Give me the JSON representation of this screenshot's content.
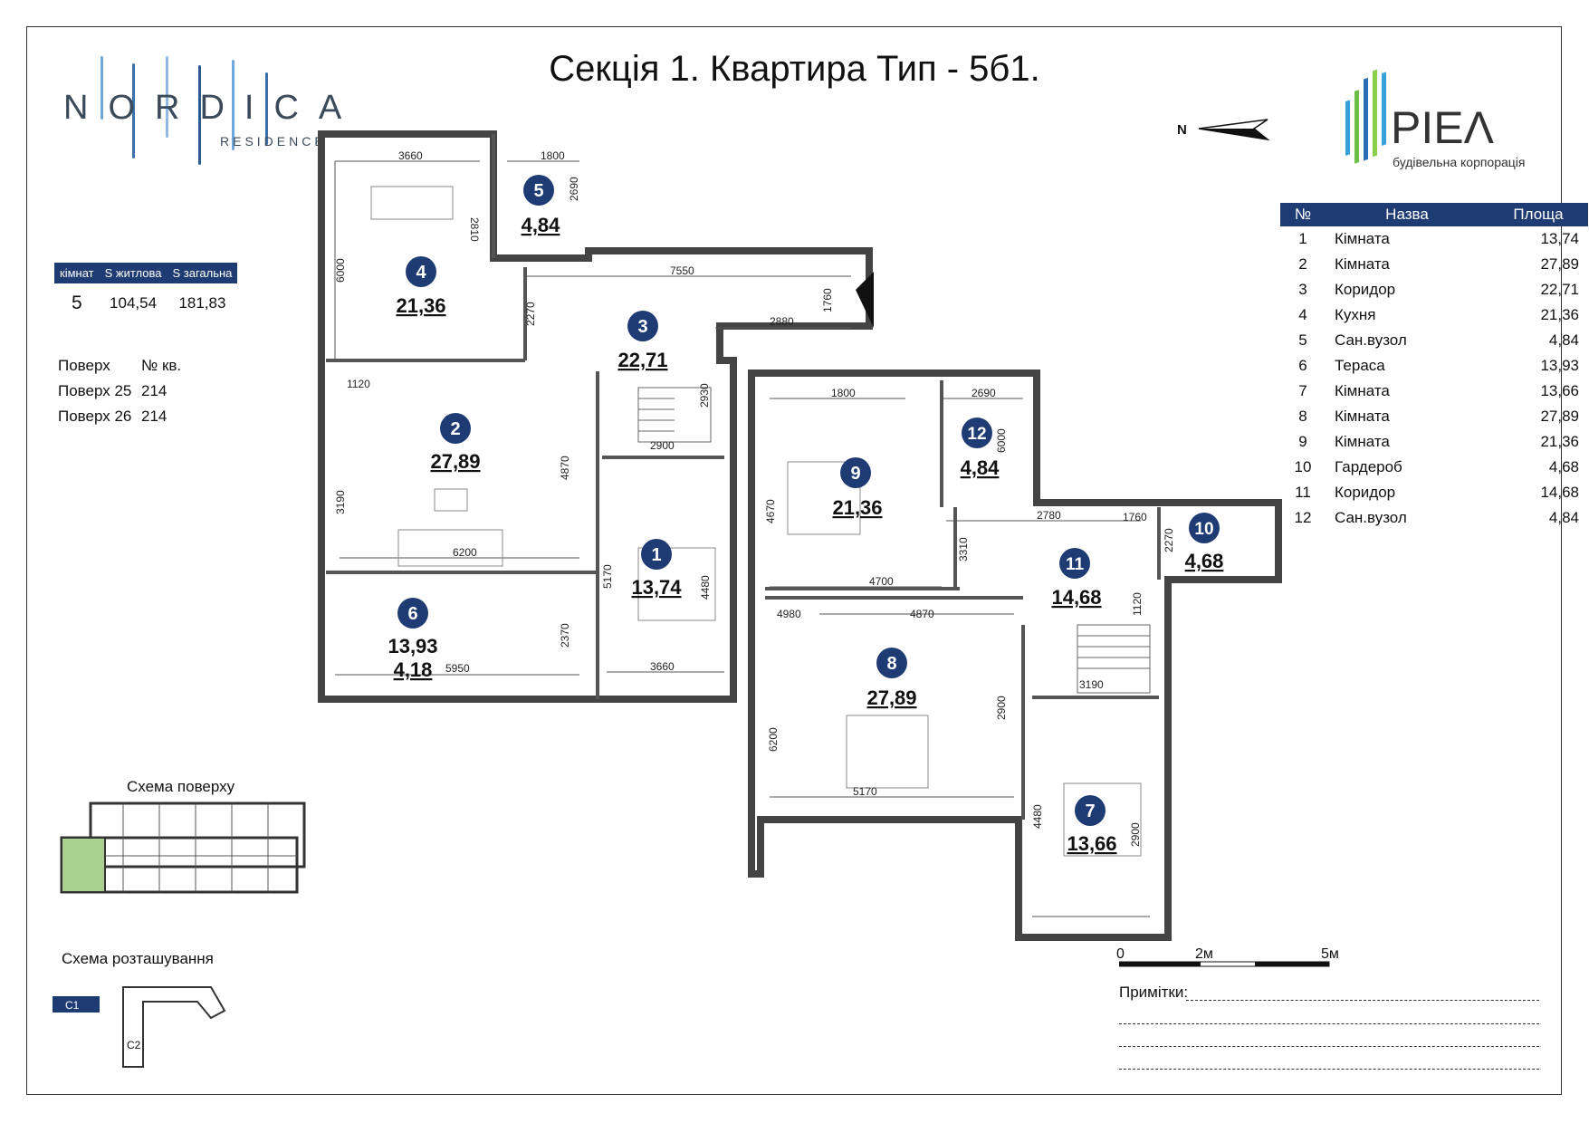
{
  "title": "Секція 1. Квартира Тип - 5б1.",
  "brand": {
    "name": "NORDICA",
    "sub": "RESIDENCE"
  },
  "company": {
    "name": "PIEΛ",
    "sub": "будівельна корпорація"
  },
  "north_label": "N",
  "summary": {
    "headers": [
      "кімнат",
      "S житлова",
      "S загальна"
    ],
    "values": [
      "5",
      "104,54",
      "181,83"
    ]
  },
  "floors": {
    "header": [
      "Поверх",
      "№ кв."
    ],
    "rows": [
      [
        "Поверх 25",
        "214"
      ],
      [
        "Поверх 26",
        "214"
      ]
    ]
  },
  "area_table": {
    "headers": [
      "№",
      "Назва",
      "Площа"
    ],
    "rows": [
      [
        "1",
        "Кімната",
        "13,74"
      ],
      [
        "2",
        "Кімната",
        "27,89"
      ],
      [
        "3",
        "Коридор",
        "22,71"
      ],
      [
        "4",
        "Кухня",
        "21,36"
      ],
      [
        "5",
        "Сан.вузол",
        "4,84"
      ],
      [
        "6",
        "Тераса",
        "13,93"
      ],
      [
        "7",
        "Кімната",
        "13,66"
      ],
      [
        "8",
        "Кімната",
        "27,89"
      ],
      [
        "9",
        "Кімната",
        "21,36"
      ],
      [
        "10",
        "Гардероб",
        "4,68"
      ],
      [
        "11",
        "Коридор",
        "14,68"
      ],
      [
        "12",
        "Сан.вузол",
        "4,84"
      ]
    ]
  },
  "rooms": [
    {
      "num": "1",
      "area": "13,74"
    },
    {
      "num": "2",
      "area": "27,89"
    },
    {
      "num": "3",
      "area": "22,71"
    },
    {
      "num": "4",
      "area": "21,36"
    },
    {
      "num": "5",
      "area": "4,84"
    },
    {
      "num": "6",
      "area": "13,93",
      "area2": "4,18"
    },
    {
      "num": "7",
      "area": "13,66"
    },
    {
      "num": "8",
      "area": "27,89"
    },
    {
      "num": "9",
      "area": "21,36"
    },
    {
      "num": "10",
      "area": "4,68"
    },
    {
      "num": "11",
      "area": "14,68"
    },
    {
      "num": "12",
      "area": "4,84"
    }
  ],
  "dimensions": [
    "3660",
    "1800",
    "2810",
    "2690",
    "6000",
    "7550",
    "2270",
    "1760",
    "2880",
    "1120",
    "4870",
    "2930",
    "2900",
    "3190",
    "6200",
    "5170",
    "4480",
    "2370",
    "5950",
    "3660",
    "1800",
    "2690",
    "6000",
    "4670",
    "2780",
    "1760",
    "2270",
    "3310",
    "4700",
    "1120",
    "4980",
    "4870",
    "2900",
    "3190",
    "6200",
    "5170",
    "4480",
    "2900"
  ],
  "floor_scheme_label": "Схема поверху",
  "location_scheme_label": "Схема розташування",
  "location_tags": [
    "С1",
    "С2"
  ],
  "scale": {
    "labels": [
      "0",
      "2м",
      "5м"
    ]
  },
  "notes_label": "Примітки:"
}
